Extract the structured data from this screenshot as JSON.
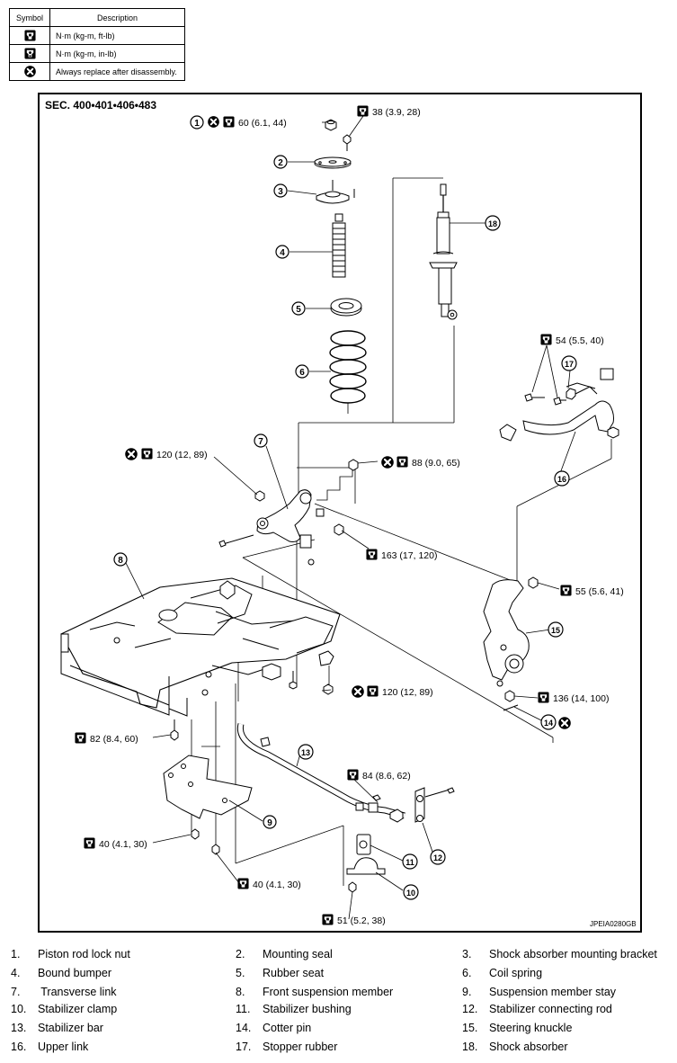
{
  "symbol_table": {
    "headers": {
      "symbol": "Symbol",
      "description": "Description"
    },
    "rows": [
      {
        "icon": "torque-wrench-icon",
        "description": "N·m (kg-m, ft-lb)"
      },
      {
        "icon": "torque-wrench-inlb-icon",
        "description": "N·m (kg-m, in-lb)"
      },
      {
        "icon": "always-replace-icon",
        "description": "Always replace after disassembly."
      }
    ]
  },
  "section_title": "SEC. 400•401•406•483",
  "figure_code": "JPEIA0280GB",
  "callout_numbers": [
    "1",
    "2",
    "3",
    "4",
    "5",
    "6",
    "7",
    "8",
    "9",
    "10",
    "11",
    "12",
    "13",
    "14",
    "15",
    "16",
    "17",
    "18"
  ],
  "torque_specs": {
    "t60": "60 (6.1, 44)",
    "t38": "38 (3.9, 28)",
    "t54": "54 (5.5, 40)",
    "t120a": "120 (12, 89)",
    "t88": "88 (9.0, 65)",
    "t163": "163 (17, 120)",
    "t55": "55 (5.6, 41)",
    "t120b": "120 (12, 89)",
    "t136": "136 (14, 100)",
    "t82": "82 (8.4, 60)",
    "t84": "84 (8.6, 62)",
    "t40a": "40 (4.1, 30)",
    "t40b": "40 (4.1, 30)",
    "t51": "51 (5.2, 38)"
  },
  "legend": [
    {
      "num": "1.",
      "label": "Piston rod lock nut"
    },
    {
      "num": "2.",
      "label": "Mounting seal"
    },
    {
      "num": "3.",
      "label": "Shock absorber mounting bracket"
    },
    {
      "num": "4.",
      "label": "Bound bumper"
    },
    {
      "num": "5.",
      "label": "Rubber seat"
    },
    {
      "num": "6.",
      "label": "Coil spring"
    },
    {
      "num": "7.",
      "label": " Transverse link"
    },
    {
      "num": "8.",
      "label": "Front suspension member"
    },
    {
      "num": "9.",
      "label": "Suspension member stay"
    },
    {
      "num": "10.",
      "label": "Stabilizer clamp"
    },
    {
      "num": "11.",
      "label": "Stabilizer bushing"
    },
    {
      "num": "12.",
      "label": "Stabilizer connecting rod"
    },
    {
      "num": "13.",
      "label": "Stabilizer bar"
    },
    {
      "num": "14.",
      "label": "Cotter pin"
    },
    {
      "num": "15.",
      "label": "Steering knuckle"
    },
    {
      "num": "16.",
      "label": "Upper link"
    },
    {
      "num": "17.",
      "label": "Stopper rubber"
    },
    {
      "num": "18.",
      "label": "Shock absorber"
    }
  ]
}
